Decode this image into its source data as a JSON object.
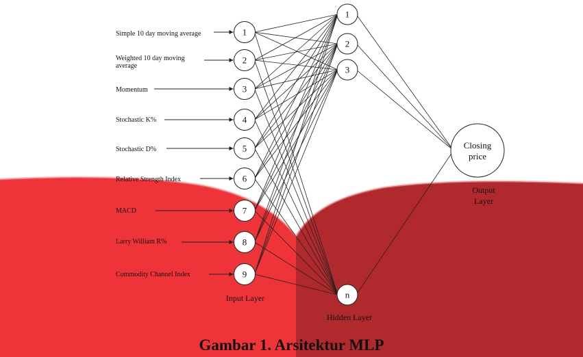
{
  "inputs": [
    "Simple 10 day moving average",
    "Weighted 10 day moving average",
    "Momentum",
    "Stochastic K%",
    "Stochastic D%",
    "Relative Strength Index",
    "MACD",
    "Larry William R%",
    "Commodity Channel Index"
  ],
  "input_node_labels": [
    "1",
    "2",
    "3",
    "4",
    "5",
    "6",
    "7",
    "8",
    "9"
  ],
  "hidden_node_labels": [
    "1",
    "2",
    "3",
    "n"
  ],
  "output_node": {
    "line1": "Closing",
    "line2": "price"
  },
  "layers": {
    "input": "Input Layer",
    "hidden": "Hidden Layer",
    "output_line1": "Output",
    "output_line2": "Layer"
  },
  "caption": "Gambar 1. Arsitektur MLP",
  "colors": {
    "background_red_left": "#ee3439",
    "background_red_right": "#b0292c",
    "line": "#222222",
    "node_fill": "#ffffff"
  }
}
